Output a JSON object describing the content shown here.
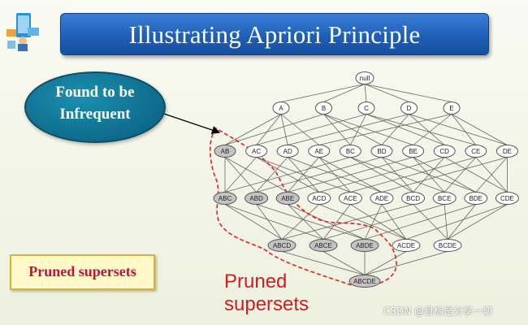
{
  "title": "Illustrating Apriori Principle",
  "callout": {
    "line1": "Found to be",
    "line2": "Infrequent"
  },
  "pruned_box": "Pruned supersets",
  "red_label": {
    "line1": "Pruned",
    "line2": "supersets"
  },
  "watermark": "CSDN @目标是分享一切",
  "lattice": {
    "levels": [
      [
        {
          "label": "null",
          "shaded": false
        }
      ],
      [
        {
          "label": "A",
          "shaded": false
        },
        {
          "label": "B",
          "shaded": false
        },
        {
          "label": "C",
          "shaded": false
        },
        {
          "label": "D",
          "shaded": false
        },
        {
          "label": "E",
          "shaded": false
        }
      ],
      [
        {
          "label": "AB",
          "shaded": true
        },
        {
          "label": "AC",
          "shaded": false
        },
        {
          "label": "AD",
          "shaded": false
        },
        {
          "label": "AE",
          "shaded": false
        },
        {
          "label": "BC",
          "shaded": false
        },
        {
          "label": "BD",
          "shaded": false
        },
        {
          "label": "BE",
          "shaded": false
        },
        {
          "label": "CD",
          "shaded": false
        },
        {
          "label": "CE",
          "shaded": false
        },
        {
          "label": "DE",
          "shaded": false
        }
      ],
      [
        {
          "label": "ABC",
          "shaded": true
        },
        {
          "label": "ABD",
          "shaded": true
        },
        {
          "label": "ABE",
          "shaded": true
        },
        {
          "label": "ACD",
          "shaded": false
        },
        {
          "label": "ACE",
          "shaded": false
        },
        {
          "label": "ADE",
          "shaded": false
        },
        {
          "label": "BCD",
          "shaded": false
        },
        {
          "label": "BCE",
          "shaded": false
        },
        {
          "label": "BDE",
          "shaded": false
        },
        {
          "label": "CDE",
          "shaded": false
        }
      ],
      [
        {
          "label": "ABCD",
          "shaded": true
        },
        {
          "label": "ABCE",
          "shaded": true
        },
        {
          "label": "ABDE",
          "shaded": true
        },
        {
          "label": "ACDE",
          "shaded": false
        },
        {
          "label": "BCDE",
          "shaded": false
        }
      ],
      [
        {
          "label": "ABCDE",
          "shaded": true
        }
      ]
    ]
  }
}
